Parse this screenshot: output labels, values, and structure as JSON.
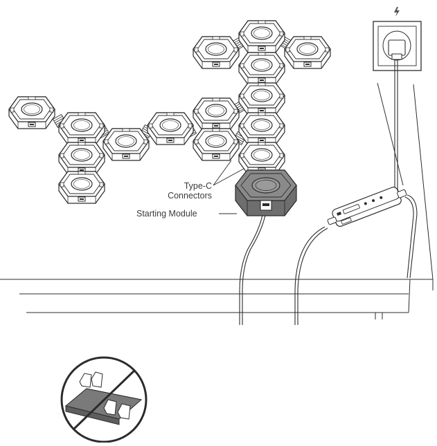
{
  "labels": {
    "type_c_line1": "Type-C",
    "type_c_line2": "Connectors",
    "starting_module": "Starting Module"
  },
  "icons": {
    "power": "lightning-bolt-icon",
    "prohibited": "prohibited-connector-icon"
  },
  "colors": {
    "line": "#2b2b2b",
    "starting_module_fill": "#7a7a7a",
    "background": "#ffffff"
  }
}
